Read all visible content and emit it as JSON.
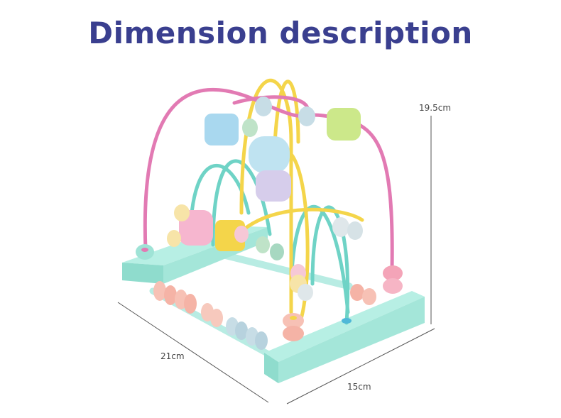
{
  "title": "Dimension description",
  "dimensions": {
    "height": "19.5cm",
    "width": "21cm",
    "depth": "15cm"
  },
  "colors": {
    "title": "#3a3f8f",
    "base": "#9fe3d6",
    "pink_wire": "#e27ab3",
    "yellow_wire": "#f4d54a",
    "teal_wire": "#6fd3c6",
    "line": "#555555"
  }
}
